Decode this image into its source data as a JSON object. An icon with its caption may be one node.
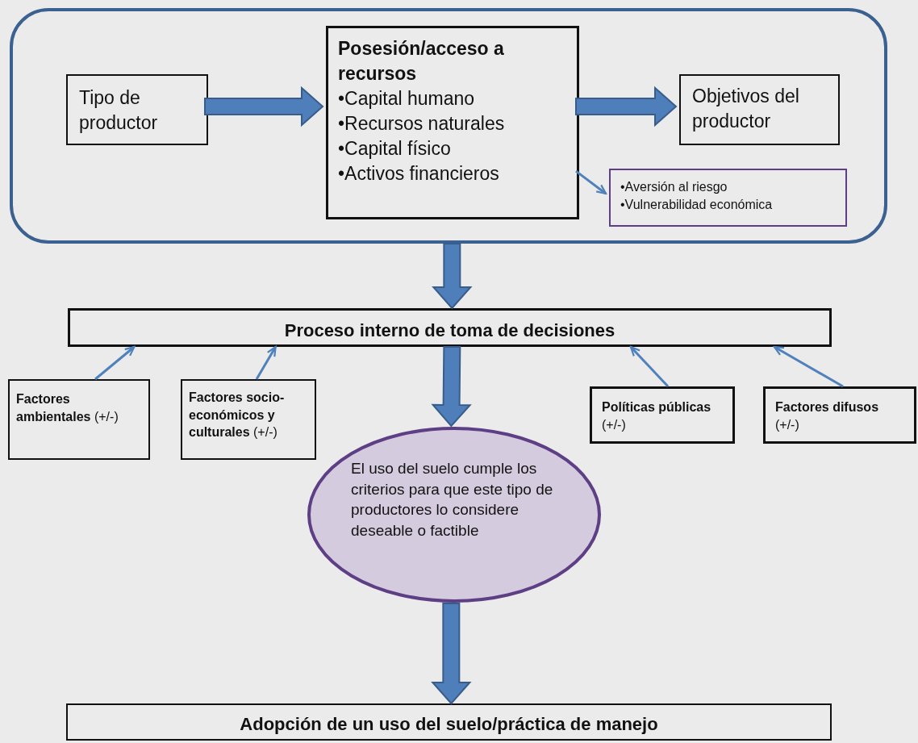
{
  "diagram": {
    "nodes": [
      {
        "text": [],
        "shape": "box"
      },
      {
        "text": [
          "Tipo de productor"
        ],
        "in": 0
      },
      {
        "text": [
          "Posesión/acceso a recursos",
          "•Capital humano",
          "•Recursos naturales",
          "•Capital físico",
          "•Activos financieros"
        ],
        "in": 0
      },
      {
        "text": [
          "Objetivos del productor"
        ],
        "in": 0
      },
      {
        "text": [
          "•Aversión al riesgo",
          "•Vulnerabilidad económica"
        ],
        "in": 0
      },
      {
        "text": [
          "Proceso interno de toma de decisiones"
        ]
      },
      {
        "text": [
          "**Factores ambientales** (+/-)"
        ]
      },
      {
        "text": [
          "**Factores socio-económicos y culturales** (+/-)"
        ]
      },
      {
        "text": [
          "**Políticas públicas** (+/-)"
        ]
      },
      {
        "text": [
          "**Factores difusos** (+/-)"
        ]
      },
      {
        "text": [
          "El uso del suelo cumple los criterios para que este tipo de productores lo considere deseable o factible"
        ]
      },
      {
        "text": [
          "Adopción de un uso del suelo/práctica de manejo"
        ]
      }
    ],
    "edges": [
      {
        "from": 1,
        "to": 2,
        "arrow": "to",
        "style": "thick"
      },
      {
        "from": 2,
        "to": 3,
        "arrow": "to",
        "style": "thick"
      },
      {
        "from": 2,
        "to": 4,
        "arrow": "to"
      },
      {
        "from": 0,
        "to": 5,
        "arrow": "to",
        "style": "thick"
      },
      {
        "from": 6,
        "to": 5,
        "arrow": "to"
      },
      {
        "from": 7,
        "to": 5,
        "arrow": "to"
      },
      {
        "from": 8,
        "to": 5,
        "arrow": "to"
      },
      {
        "from": 9,
        "to": 5,
        "arrow": "to"
      },
      {
        "from": 5,
        "to": 10,
        "arrow": "to",
        "style": "thick"
      },
      {
        "from": 10,
        "to": 11,
        "arrow": "to",
        "style": "thick"
      }
    ]
  }
}
